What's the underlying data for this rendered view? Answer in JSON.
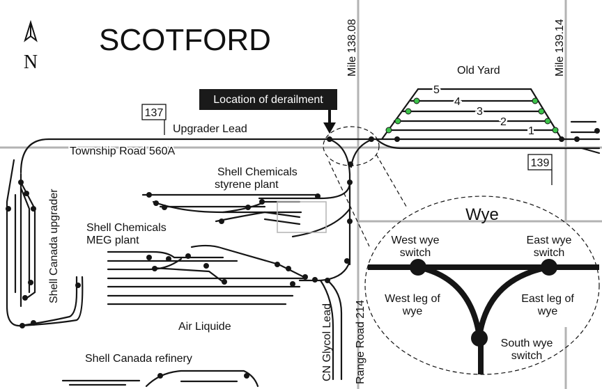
{
  "title": "SCOTFORD",
  "north_arrow": {
    "label": "N",
    "icon": "north-arrow-icon"
  },
  "mileposts": [
    "Mile 138.08",
    "Mile 139.14"
  ],
  "mile_markers": [
    "137",
    "139"
  ],
  "callout": {
    "text": "Location of derailment"
  },
  "tracks": {
    "upgrader_lead": "Upgrader Lead",
    "old_yard": "Old Yard",
    "yard_tracks": [
      "1",
      "2",
      "3",
      "4",
      "5"
    ],
    "cn_glycol_lead": "CN Glycol Lead"
  },
  "roads": {
    "township": "Township Road 560A",
    "range": "Range Road 214"
  },
  "facilities": {
    "styrene_line1": "Shell Chemicals",
    "styrene_line2": "styrene plant",
    "meg_line1": "Shell Chemicals",
    "meg_line2": "MEG plant",
    "upgrader": "Shell Canada upgrader",
    "air_liquide": "Air Liquide",
    "refinery": "Shell Canada refinery"
  },
  "wye_inset": {
    "title": "Wye",
    "west_switch_line1": "West wye",
    "west_switch_line2": "switch",
    "east_switch_line1": "East wye",
    "east_switch_line2": "switch",
    "west_leg_line1": "West leg of",
    "west_leg_line2": "wye",
    "east_leg_line1": "East leg of",
    "east_leg_line2": "wye",
    "south_switch_line1": "South wye",
    "south_switch_line2": "switch"
  },
  "colors": {
    "track": "#151515",
    "road": "#b3b3b3",
    "yard_switch": "#3cc24a",
    "callout_bg": "#1a1a1a",
    "callout_text": "#ffffff"
  }
}
